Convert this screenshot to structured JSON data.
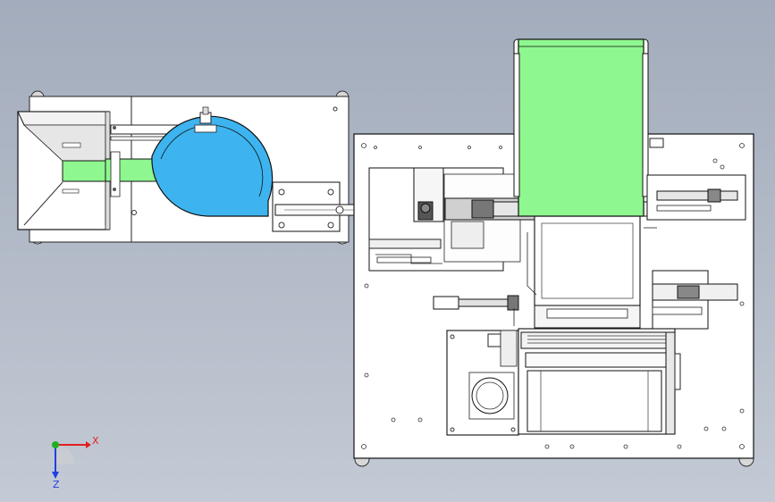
{
  "viewport": {
    "background_top": "#a3acbc",
    "background_bottom": "#c3cad5"
  },
  "colors": {
    "conveyor_green": "#8ef78f",
    "bowl_blue": "#3db4ef",
    "plate_white": "#ffffff",
    "edge_black": "#1a1a1a",
    "part_grey": "#b8b8b8",
    "axis_x": "#e02020",
    "axis_y": "#20b020",
    "axis_z": "#2040e0"
  },
  "model": {
    "hopper": {
      "icon": "hopper-bin"
    },
    "vibratory_bowl": {
      "icon": "bowl-feeder"
    },
    "main_plate": {
      "icon": "base-plate"
    },
    "belt_conveyor": {
      "icon": "belt-conveyor"
    },
    "work_table": {
      "icon": "work-table"
    },
    "rotary_disk": {
      "icon": "rotary-disk"
    }
  },
  "triad": {
    "x_label": "X",
    "z_label": "Z"
  }
}
